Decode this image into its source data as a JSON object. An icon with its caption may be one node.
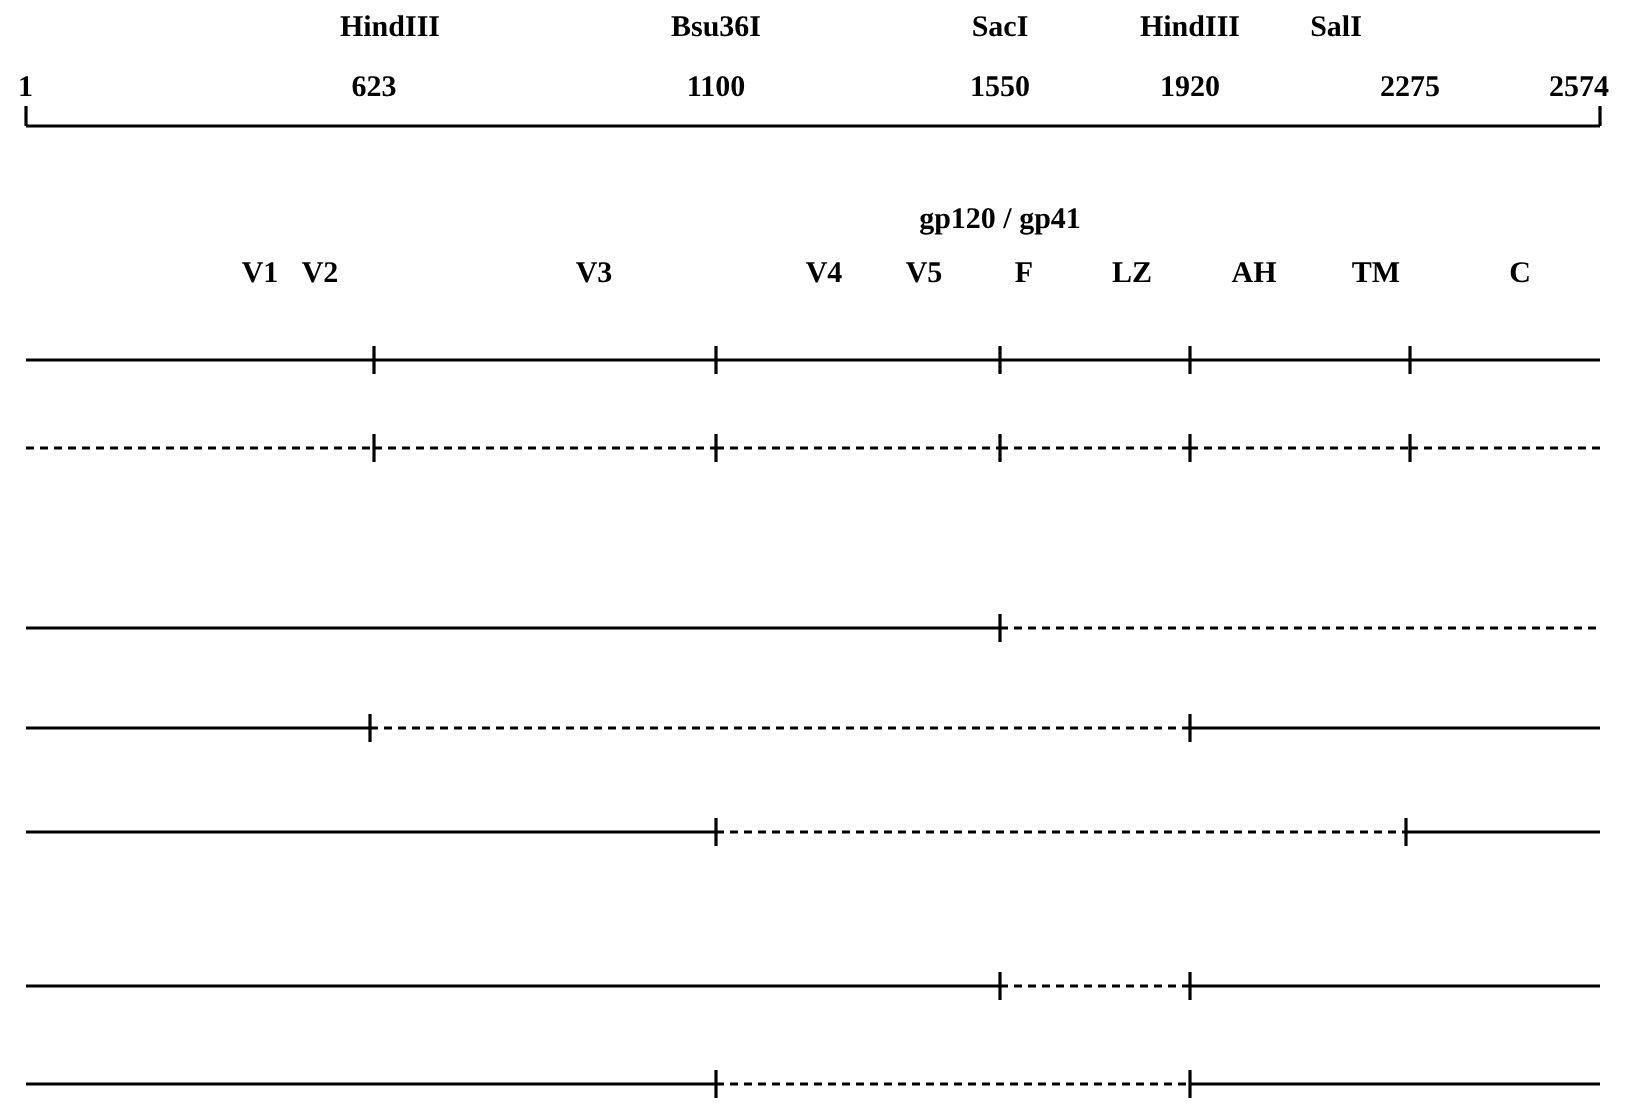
{
  "diagram": {
    "labels": [
      "HindIII",
      "Bsu36I",
      "SacI",
      "HindIII",
      "SalI",
      "1",
      "623",
      "1100",
      "1550",
      "1920",
      "2275",
      "2574",
      "gp120 / gp41",
      "V1",
      "V2",
      "V3",
      "V4",
      "V5",
      "F",
      "LZ",
      "AH",
      "TM",
      "C"
    ]
  }
}
